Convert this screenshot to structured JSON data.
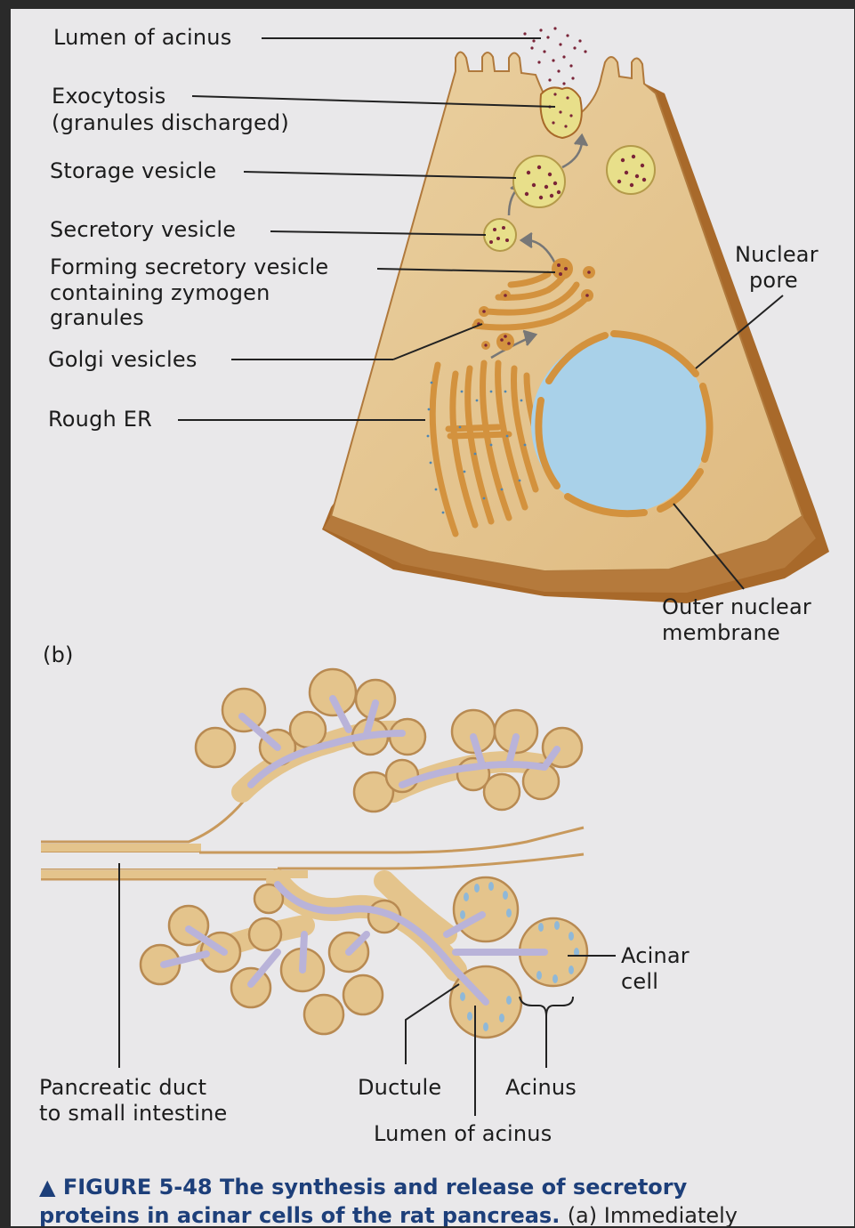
{
  "top_diagram": {
    "labels": {
      "lumen_of_acinus": "Lumen of acinus",
      "exocytosis_1": "Exocytosis",
      "exocytosis_2": "(granules discharged)",
      "storage_vesicle": "Storage vesicle",
      "secretory_vesicle": "Secretory vesicle",
      "forming_1": "Forming secretory vesicle",
      "forming_2": "containing zymogen",
      "forming_3": "granules",
      "golgi_vesicles": "Golgi vesicles",
      "rough_er": "Rough ER",
      "nuclear_pore_1": "Nuclear",
      "nuclear_pore_2": "pore",
      "outer_membrane_1": "Outer nuclear",
      "outer_membrane_2": "membrane"
    }
  },
  "panel_label": "(b)",
  "bottom_diagram": {
    "labels": {
      "acinar_cell_1": "Acinar",
      "acinar_cell_2": "cell",
      "pancreatic_duct_1": "Pancreatic duct",
      "pancreatic_duct_2": "to small intestine",
      "ductule": "Ductule",
      "acinus": "Acinus",
      "lumen_of_acinus": "Lumen of acinus"
    }
  },
  "caption": {
    "marker": "▲",
    "figure": "FIGURE 5-48",
    "title_1": "The synthesis and release of secretory",
    "title_2": "proteins in acinar cells of the rat pancreas.",
    "continuation": "(a) Immediately"
  },
  "colors": {
    "page": "#e9e8ea",
    "cytoplasm": "#e4c48c",
    "membrane": "#a8692a",
    "nucleus": "#a9d1e9",
    "vesicle": "#e8df8a",
    "granule": "#7a2438",
    "lumen": "#b9b3d9",
    "caption_blue": "#1d3f7a"
  }
}
